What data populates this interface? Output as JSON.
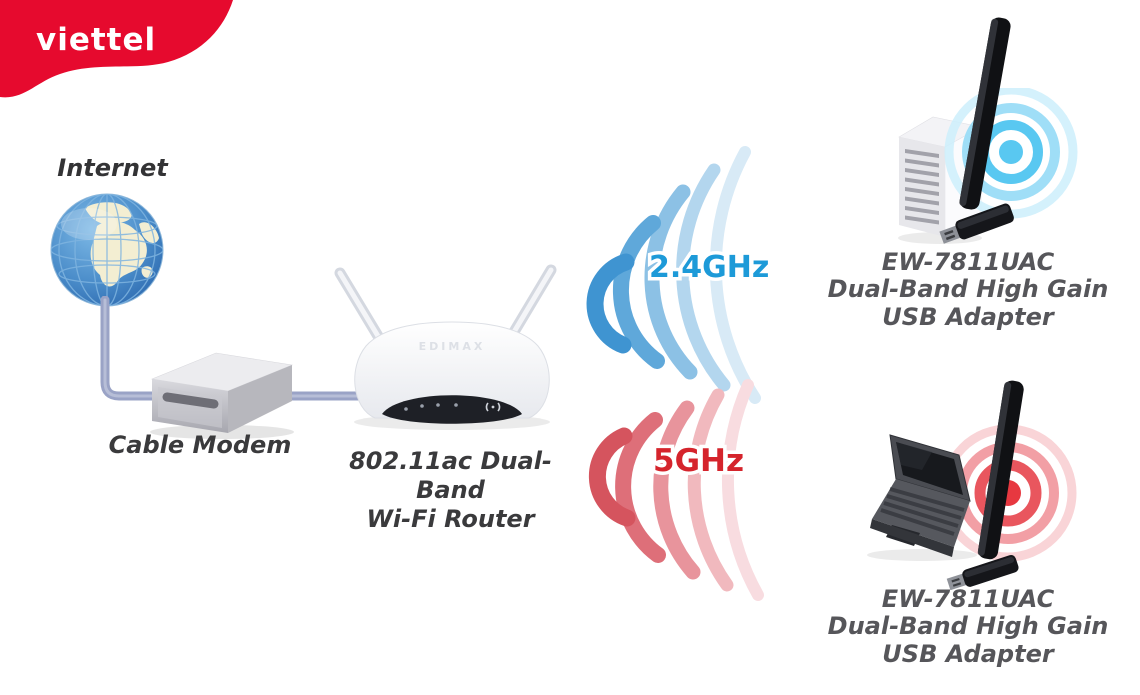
{
  "brand": {
    "name": "viettel",
    "color": "#e60a2e"
  },
  "diagram": {
    "internet": {
      "label": "Internet"
    },
    "cable_modem": {
      "label": "Cable Modem"
    },
    "router": {
      "label": "802.11ac Dual-Band\nWi-Fi Router",
      "brand_text": "EDIMAX"
    },
    "bands": {
      "ghz24": {
        "label": "2.4GHz",
        "color": "#1d9ad8"
      },
      "ghz5": {
        "label": "5GHz",
        "color": "#d5242c"
      }
    },
    "adapter_top": {
      "label": "EW-7811UAC\nDual-Band High Gain\nUSB Adapter",
      "host": "desktop-tower"
    },
    "adapter_bottom": {
      "label": "EW-7811UAC\nDual-Band High Gain\nUSB Adapter",
      "host": "laptop"
    }
  }
}
